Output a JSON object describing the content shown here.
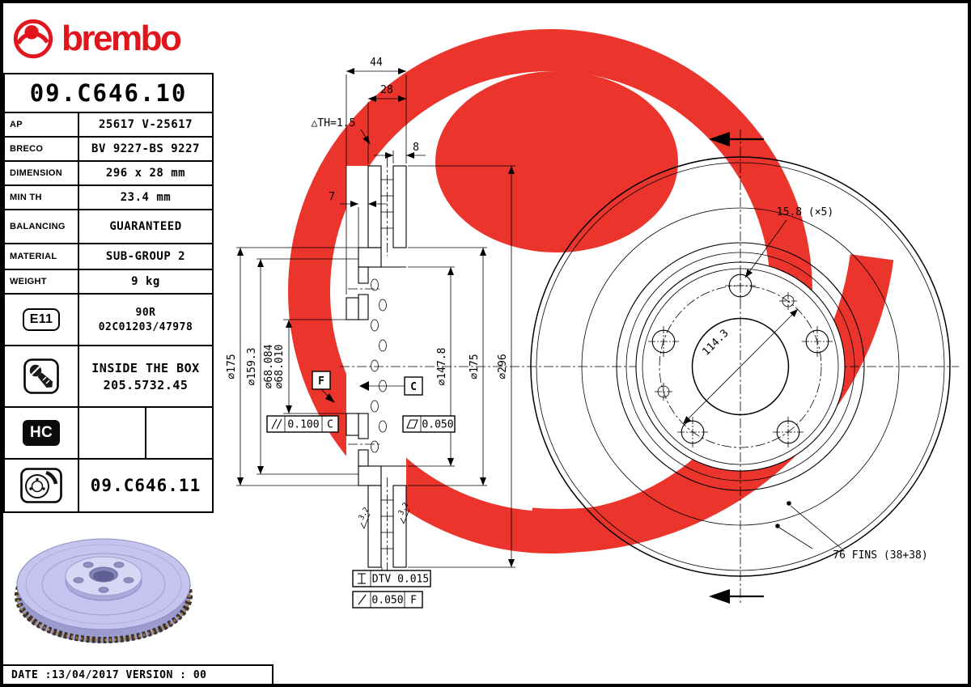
{
  "brand": {
    "wordmark": "brembo"
  },
  "colors": {
    "brand_red": "#e1161d",
    "watermark_red": "#ea342c",
    "disc_lavender": "#c4c4ee"
  },
  "sidebar": {
    "part_number": "09.C646.10",
    "specs": [
      {
        "label": "AP",
        "value": "25617 V-25617"
      },
      {
        "label": "BRECO",
        "value": "BV 9227-BS 9227"
      },
      {
        "label": "DIMENSION",
        "value": "296 x 28 mm"
      },
      {
        "label": "MIN TH",
        "value": "23.4 mm"
      },
      {
        "label": "BALANCING",
        "value": "GUARANTEED"
      },
      {
        "label": "MATERIAL",
        "value": "SUB-GROUP 2"
      },
      {
        "label": "WEIGHT",
        "value": "9 kg"
      }
    ],
    "e11": {
      "badge": "E11",
      "line1": "90R",
      "line2": "02C01203/47978"
    },
    "box": {
      "line1": "INSIDE THE BOX",
      "line2": "205.5732.45"
    },
    "hc_badge": "HC",
    "alt_part": "09.C646.11",
    "footer": "DATE :13/04/2017 VERSION : 00"
  },
  "section": {
    "overall_width": "44",
    "band_thickness": "28",
    "th_note": "△TH=1.5",
    "dim_8": "8",
    "dim_7": "7",
    "dia_175_left": "⌀175",
    "dia_159_3": "⌀159.3",
    "dia_68_hi": "⌀68.084",
    "dia_68_lo": "⌀68.010",
    "dia_147_8": "⌀147.8",
    "dia_175_right": "⌀175",
    "dia_296": "⌀296",
    "datum_f": "F",
    "datum_c": "C",
    "par_val": "0.100",
    "par_ref": "C",
    "flat_val": "0.050",
    "dtv": "DTV 0.015",
    "runout_val": "0.050",
    "runout_ref": "F",
    "finish_a": "3.2",
    "finish_b": "3.2"
  },
  "front": {
    "holes_label": "15.8 (×5)",
    "bcd": "114.3",
    "fins_label": "76 FINS (38+38)"
  }
}
